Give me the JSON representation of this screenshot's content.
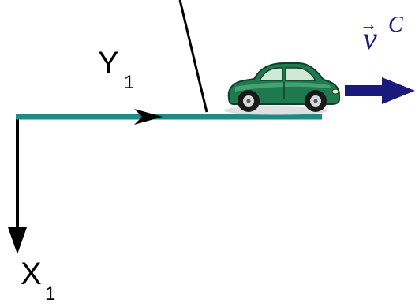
{
  "diagram": {
    "axis_y": {
      "letter": "Y",
      "subscript": "1"
    },
    "axis_x": {
      "letter": "X",
      "subscript": "1"
    },
    "velocity": {
      "symbol": "v",
      "superscript": "C",
      "arrow_glyph": "→",
      "color": "#1a1a7a"
    },
    "car": {
      "icon": "car-icon",
      "body_color": "#1e7a4e",
      "window_color": "#cfe8d8"
    },
    "track_color": "#1f8a86",
    "axis_color": "#000000"
  }
}
